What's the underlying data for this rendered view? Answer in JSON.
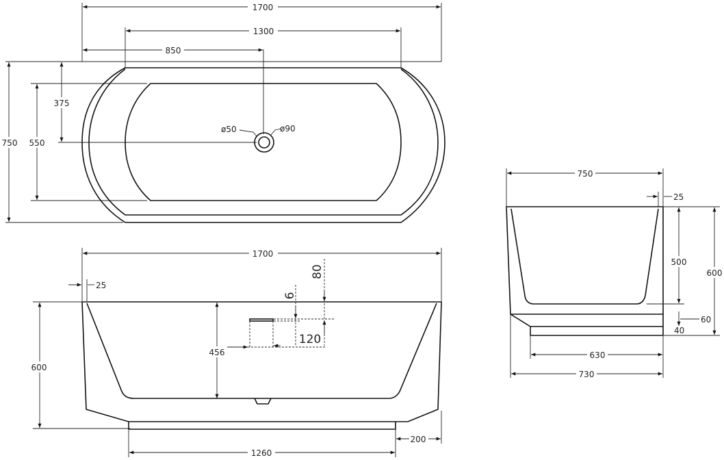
{
  "drawing": {
    "top_view": {
      "overall_length": "1700",
      "inner_length": "1300",
      "drain_offset": "850",
      "overall_width": "750",
      "inner_width": "550",
      "drain_from_edge": "375",
      "drain_inner_dia": "ø50",
      "drain_outer_dia": "ø90"
    },
    "front_view": {
      "overall_length": "1700",
      "rim_thickness": "25",
      "height": "600",
      "inner_depth": "456",
      "base_length": "1260",
      "base_setback": "200",
      "overflow_height": "80",
      "overflow_gap": "6",
      "overflow_width": "120"
    },
    "side_view": {
      "overall_width": "750",
      "rim_thickness": "25",
      "inner_depth": "500",
      "height": "600",
      "plinth_step": "60",
      "plinth_height": "40",
      "base_width": "630",
      "plinth_width": "730"
    }
  }
}
